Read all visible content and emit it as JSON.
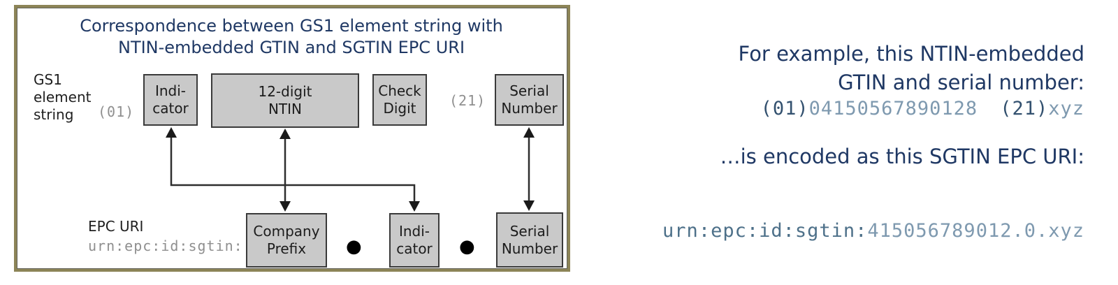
{
  "colors": {
    "frame_border_olive": "#8C8457",
    "frame_inner_line": "#62625A",
    "title_navy": "#1F3864",
    "box_fill": "#C9C9C9",
    "box_border": "#3A3A3A",
    "label_dark": "#1F1F1F",
    "ai_gray": "#8F8F8F",
    "arrow_black": "#2E2E2E",
    "code_dark_blue": "#33516F",
    "code_light_blue": "#7E99AF"
  },
  "diagram": {
    "title_line1": "Correspondence between GS1 element string with",
    "title_line2": "NTIN-embedded GTIN and SGTIN EPC URI",
    "gs1_row": {
      "label": "GS1\nelement\nstring",
      "ai_01": "(01)",
      "ai_21": "(21)",
      "boxes": {
        "indicator": "Indi-\ncator",
        "ntin": "12-digit\nNTIN",
        "check_digit": "Check\nDigit",
        "serial": "Serial\nNumber"
      }
    },
    "epc_row": {
      "label": "EPC URI",
      "uri_scheme": "urn:epc:id:sgtin:",
      "separator": "●",
      "boxes": {
        "company_prefix": "Company\nPrefix",
        "indicator": "Indi-\ncator",
        "serial": "Serial\nNumber"
      }
    }
  },
  "example": {
    "heading_line1": "For example, this NTIN-embedded",
    "heading_line2": "GTIN and serial number:",
    "element_string": {
      "ai1": "(01)",
      "value1": "04150567890128",
      "ai2": "(21)",
      "value2": "xyz"
    },
    "encoded_caption": "…is encoded as this SGTIN EPC URI:",
    "epc_uri": {
      "scheme": "urn:epc:id:sgtin:",
      "value": "415056789012.0.xyz"
    }
  }
}
